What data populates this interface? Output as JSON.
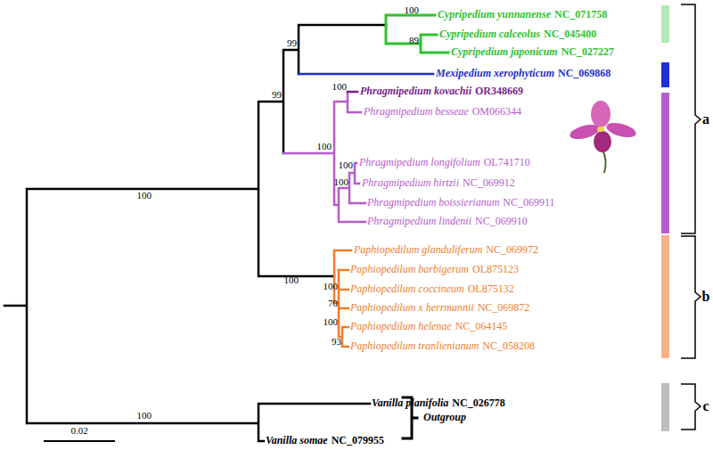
{
  "diagram": {
    "labels": [
      "Cypripedium yunnanense",
      "NC_071758",
      "Cypripedium calceolus",
      "NC_045400",
      "Cypripedium japonicum",
      "NC_027227",
      "Mexipedium xerophyticum",
      "NC_069868",
      "Phragmipedium kovachii",
      "OR348669",
      "Phragmipedium besseae",
      "OM066344",
      "Phragmipedium longifolium",
      "OL741710",
      "Phragmipedium hirtzii",
      "NC_069912",
      "Phragmipedium boissierianum",
      "NC_069911",
      "Phragmipedium lindenii",
      "NC_069910",
      "Paphiopedilum glanduliferum",
      "NC_069972",
      "Paphiopedilum barbigerum",
      "OL875123",
      "Paphiopedilum coccineum",
      "OL875132",
      "Paphiopedilum x herrmannii",
      "NC_069872",
      "Paphiopedilum helenae",
      "NC_064145",
      "Paphiopedilum tranlienianum",
      "NC_058208",
      "Vanilla planifolia",
      "NC_026778",
      "Vanilla somae",
      "NC_079955",
      "100",
      "89",
      "99",
      "99",
      "100",
      "100",
      "100",
      "100",
      "100",
      "100",
      "100",
      "70",
      "100",
      "93",
      "100",
      "Outgroup",
      "a",
      "b",
      "c",
      "0.02"
    ]
  }
}
